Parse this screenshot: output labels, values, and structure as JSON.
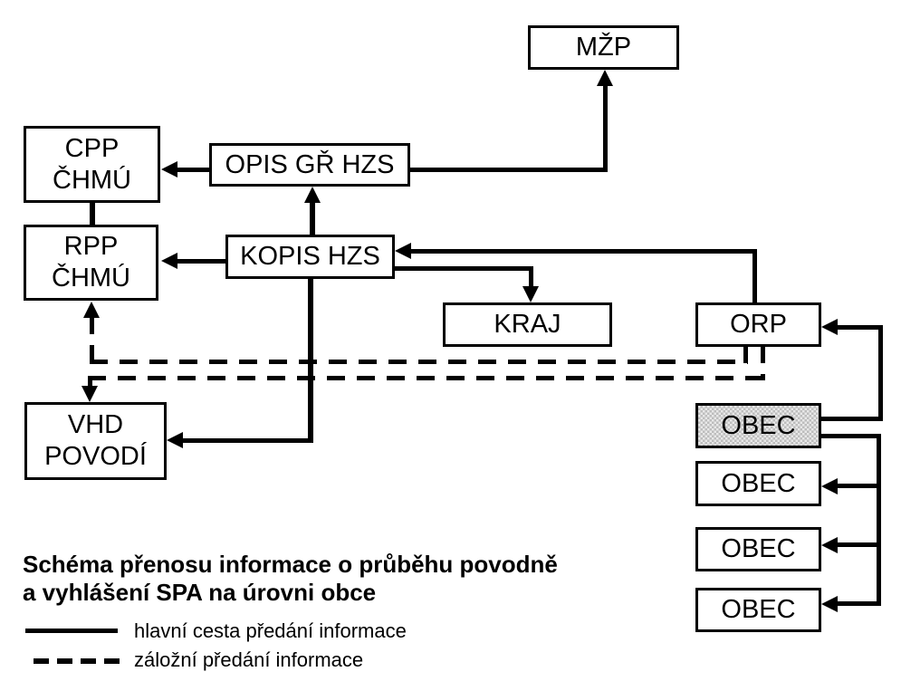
{
  "title": {
    "line1": "Schéma přenosu informace o průběhu povodně",
    "line2": "a vyhlášení SPA na úrovni obce"
  },
  "nodes": {
    "mzp": {
      "label": "MŽP"
    },
    "cpp": {
      "line1": "CPP",
      "line2": "ČHMÚ"
    },
    "opis": {
      "label": "OPIS GŘ HZS"
    },
    "rpp": {
      "line1": "RPP",
      "line2": "ČHMÚ"
    },
    "kopis": {
      "label": "KOPIS HZS"
    },
    "kraj": {
      "label": "KRAJ"
    },
    "orp": {
      "label": "ORP"
    },
    "vhd": {
      "line1": "VHD",
      "line2": "POVODÍ"
    },
    "obec_highlight": {
      "label": "OBEC"
    },
    "obec2": {
      "label": "OBEC"
    },
    "obec3": {
      "label": "OBEC"
    },
    "obec4": {
      "label": "OBEC"
    }
  },
  "legend": {
    "main": {
      "style": "solid",
      "label": "hlavní cesta předání informace"
    },
    "backup": {
      "style": "dashed",
      "label": "záložní předání informace"
    }
  },
  "edges": [
    {
      "from": "OPIS GŘ HZS",
      "to": "CPP ČHMÚ",
      "style": "solid",
      "arrow": true
    },
    {
      "from": "OPIS GŘ HZS",
      "to": "MŽP",
      "style": "solid",
      "arrow": true
    },
    {
      "from": "CPP ČHMÚ",
      "to": "RPP ČHMÚ",
      "style": "solid",
      "arrow": false
    },
    {
      "from": "KOPIS HZS",
      "to": "OPIS GŘ HZS",
      "style": "solid",
      "arrow": true
    },
    {
      "from": "KOPIS HZS",
      "to": "RPP ČHMÚ",
      "style": "solid",
      "arrow": true
    },
    {
      "from": "ORP",
      "to": "KOPIS HZS",
      "style": "solid",
      "arrow": true
    },
    {
      "from": "KOPIS HZS",
      "to": "KRAJ",
      "style": "solid",
      "arrow": true
    },
    {
      "from": "KOPIS HZS",
      "to": "VHD POVODÍ",
      "style": "solid",
      "arrow": true
    },
    {
      "from": "OBEC (zvýrazněná)",
      "to": "ORP",
      "style": "solid",
      "arrow": true
    },
    {
      "from": "OBEC (zvýrazněná)",
      "to": "OBEC 2",
      "style": "solid",
      "arrow": true
    },
    {
      "from": "OBEC (zvýrazněná)",
      "to": "OBEC 3",
      "style": "solid",
      "arrow": true
    },
    {
      "from": "OBEC (zvýrazněná)",
      "to": "OBEC 4",
      "style": "solid",
      "arrow": true
    },
    {
      "from": "ORP",
      "to": "RPP ČHMÚ",
      "style": "dashed",
      "arrow": true
    },
    {
      "from": "ORP",
      "to": "VHD POVODÍ",
      "style": "dashed",
      "arrow": true
    }
  ],
  "colors": {
    "line": "#000000",
    "box_border": "#000000",
    "background": "#ffffff",
    "highlight_fill": "#d9d9d9"
  }
}
